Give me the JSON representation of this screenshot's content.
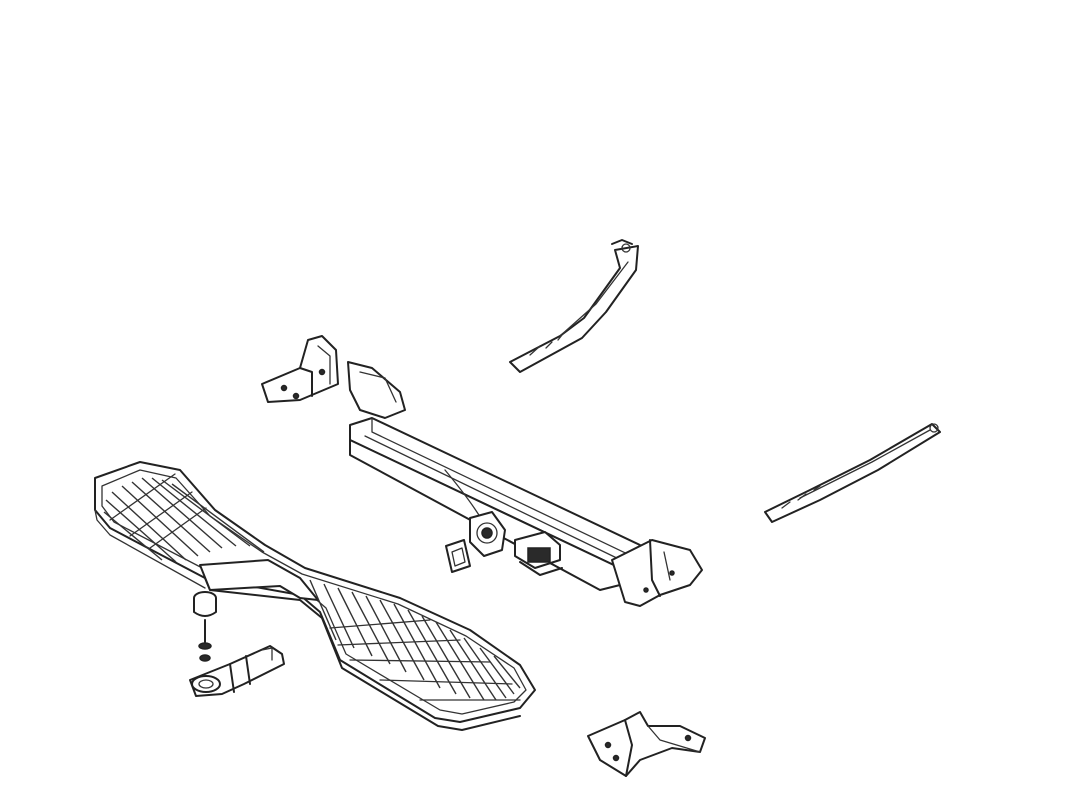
{
  "diagram": {
    "parts": [
      {
        "id": "step-plate",
        "icon": "tread-step-icon"
      },
      {
        "id": "crossbar",
        "icon": "hitch-crossbar-icon"
      },
      {
        "id": "support-arm-upper",
        "icon": "bracket-arm-icon"
      },
      {
        "id": "support-arm-right",
        "icon": "bracket-arm-icon"
      },
      {
        "id": "mount-bracket-left",
        "icon": "bracket-icon"
      },
      {
        "id": "mount-bracket-bottom",
        "icon": "bracket-icon"
      },
      {
        "id": "hitch-pin",
        "icon": "bolt-icon"
      },
      {
        "id": "ball-mount",
        "icon": "ball-mount-icon"
      }
    ]
  }
}
